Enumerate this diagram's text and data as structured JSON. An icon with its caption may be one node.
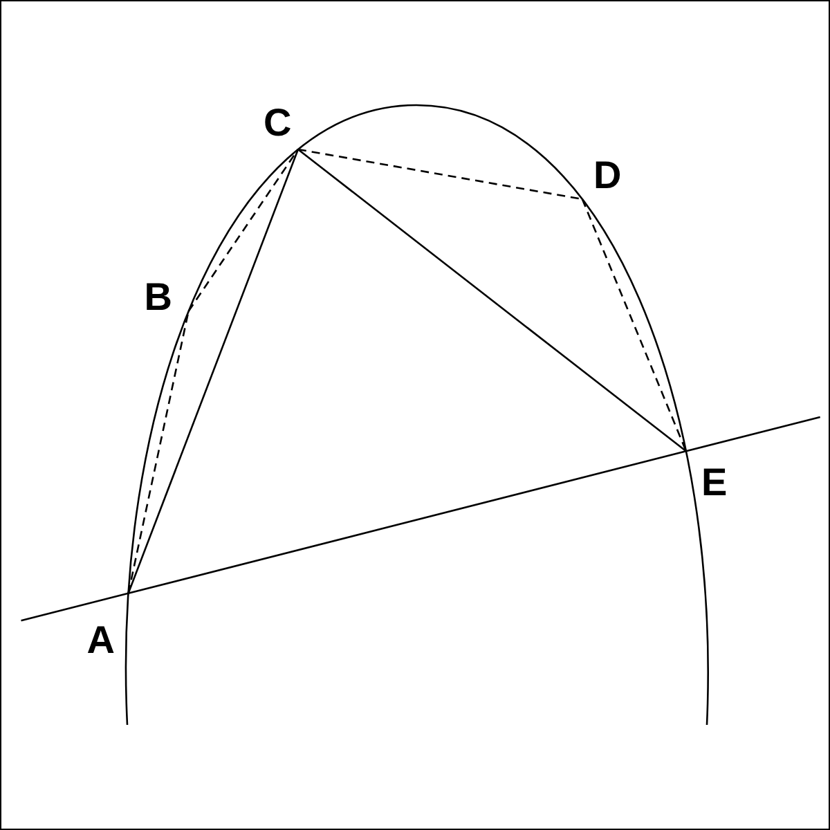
{
  "diagram": {
    "nodes": [
      {
        "text": [
          "A"
        ]
      },
      {
        "text": [
          "B"
        ]
      },
      {
        "text": [
          "C"
        ]
      },
      {
        "text": [
          "D"
        ]
      },
      {
        "text": [
          "E"
        ]
      }
    ],
    "edges": [
      {
        "from": 0,
        "to": 2,
        "arrow": "none"
      },
      {
        "from": 2,
        "to": 4,
        "arrow": "none"
      },
      {
        "from": 0,
        "to": 4,
        "arrow": "none"
      },
      {
        "from": 0,
        "to": 1,
        "arrow": "none",
        "style": "dashed"
      },
      {
        "from": 1,
        "to": 2,
        "arrow": "none",
        "style": "dashed"
      },
      {
        "from": 2,
        "to": 3,
        "arrow": "none",
        "style": "dashed"
      },
      {
        "from": 3,
        "to": 4,
        "arrow": "none",
        "style": "dashed"
      }
    ]
  }
}
